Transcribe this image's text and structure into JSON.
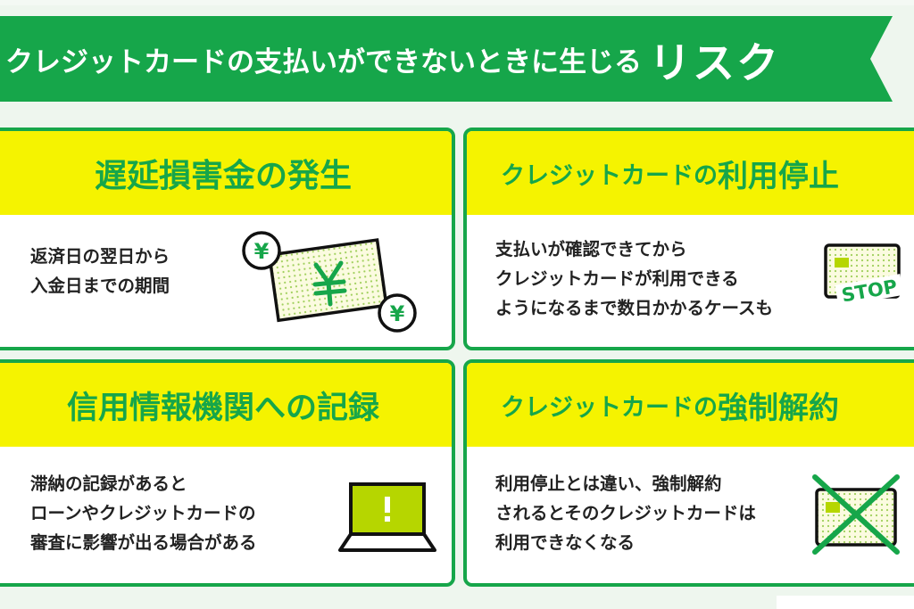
{
  "banner": {
    "title_small": "クレジットカードの支払いができないときに生じる",
    "title_big": "リスク"
  },
  "cards": [
    {
      "title": "遅延損害金の発生",
      "lines": [
        "返済日の翌日から",
        "入金日までの期間"
      ],
      "icon": "yen-bill-icon"
    },
    {
      "title_small": "クレジットカードの",
      "title_big": "利用停止",
      "lines": [
        "支払いが確認できてから",
        "クレジットカードが利用できる",
        "ようになるまで数日かかるケースも"
      ],
      "icon": "stopped-card-icon",
      "stamp": "STOP"
    },
    {
      "title": "信用情報機関への記録",
      "lines": [
        "滞納の記録があると",
        "ローンやクレジットカードの",
        "審査に影響が出る場合がある"
      ],
      "icon": "laptop-warning-icon"
    },
    {
      "title_small": "クレジットカードの",
      "title_big": "強制解約",
      "lines": [
        "利用停止とは違い、強制解約",
        "されるとそのクレジットカードは",
        "利用できなくなる"
      ],
      "icon": "cancelled-card-icon"
    }
  ],
  "colors": {
    "accent": "#16a64a",
    "highlight": "#f5f300"
  },
  "yen_symbol": "¥"
}
